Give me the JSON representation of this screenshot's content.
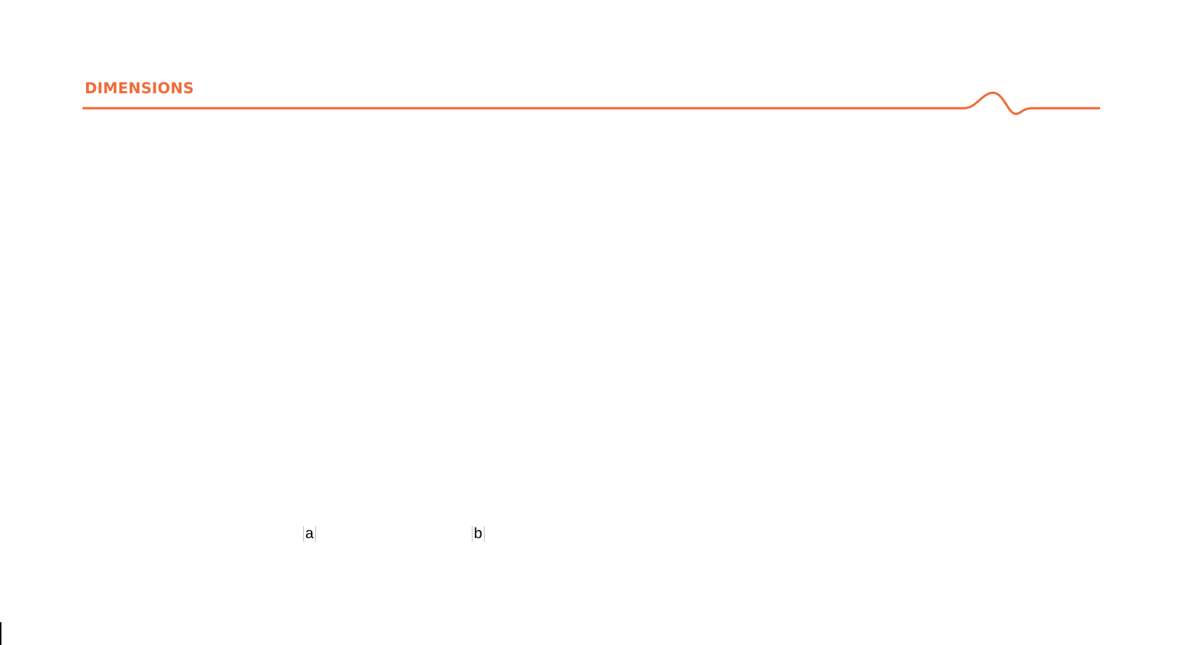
{
  "header": {
    "title": "DIMENSIONS"
  },
  "theme": {
    "accent": "#f26b3a",
    "text": "#000000",
    "background": "#ffffff"
  },
  "figure": {
    "labels": [
      "a",
      "b"
    ]
  }
}
